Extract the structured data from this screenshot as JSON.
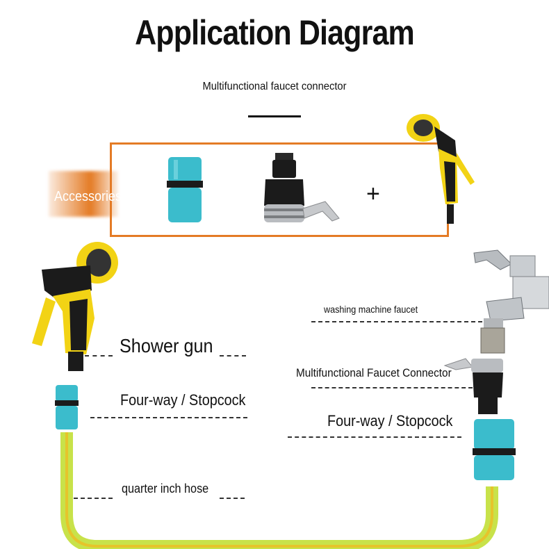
{
  "header": {
    "title": "Application Diagram",
    "subtitle": "Multifunctional faucet connector"
  },
  "accessories": {
    "label": "Accessories",
    "plus": "+",
    "items": [
      "quick-connector",
      "faucet-connector",
      "spray-gun"
    ]
  },
  "labels": {
    "shower_gun": "Shower gun",
    "four_way_left": "Four-way / Stopcock",
    "hose": "quarter inch hose",
    "washing_faucet": "washing machine faucet",
    "faucet_connector": "Multifunctional Faucet Connector",
    "four_way_right": "Four-way / Stopcock"
  },
  "colors": {
    "accent": "#e47b25",
    "cyan": "#3bbccc",
    "yellow": "#f2d315",
    "hose": "#c8e24a",
    "black": "#1b1b1b"
  }
}
